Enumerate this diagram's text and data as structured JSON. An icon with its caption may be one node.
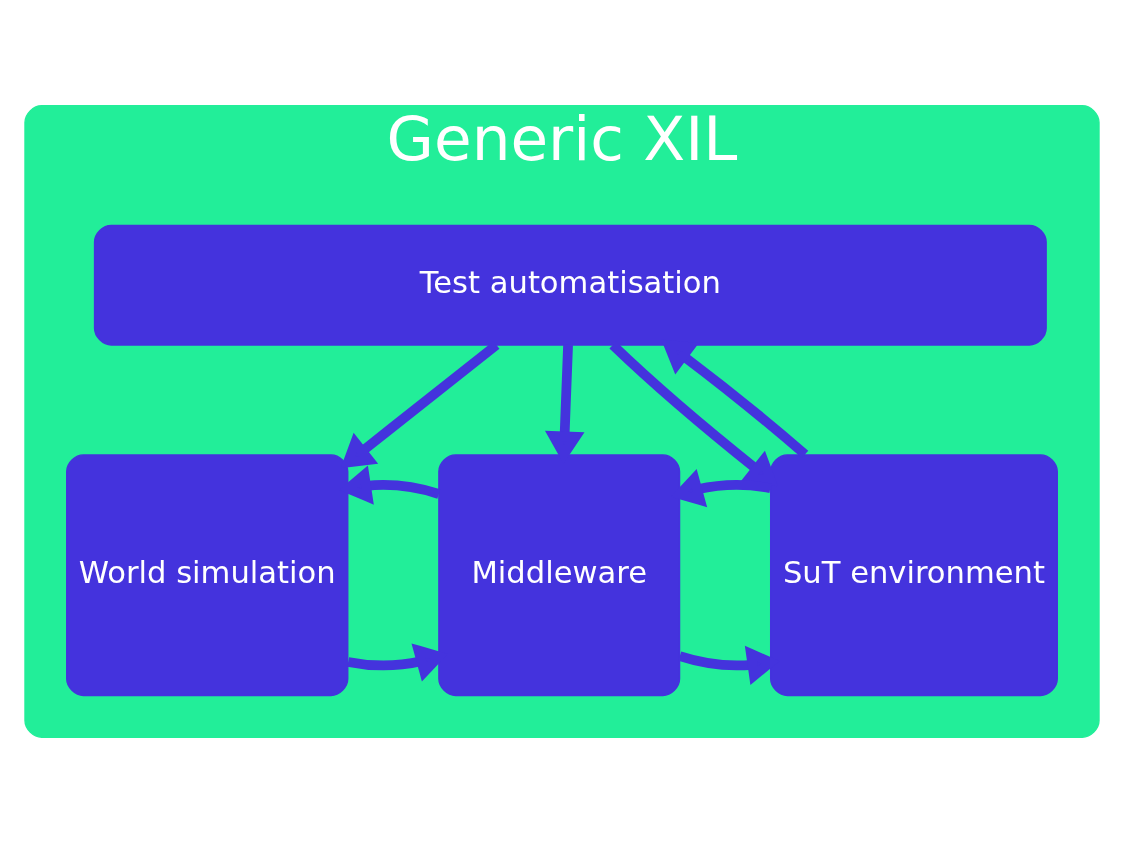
{
  "diagram": {
    "nodes": [
      {
        "text": [
          "Generic XIL"
        ]
      },
      {
        "text": [
          "Test automatisation"
        ],
        "in": 0
      },
      {
        "text": [
          "World simulation"
        ],
        "in": 0
      },
      {
        "text": [
          "Middleware"
        ],
        "in": 0
      },
      {
        "text": [
          "SuT environment"
        ],
        "in": 0
      }
    ],
    "edges": [
      {
        "from": 1,
        "to": 2,
        "arrow": "to"
      },
      {
        "from": 1,
        "to": 3,
        "arrow": "to"
      },
      {
        "from": 1,
        "to": 4,
        "arrow": "to"
      },
      {
        "from": 4,
        "to": 1,
        "arrow": "to"
      },
      {
        "from": 2,
        "to": 3,
        "arrow": "to"
      },
      {
        "from": 3,
        "to": 2,
        "arrow": "to"
      },
      {
        "from": 3,
        "to": 4,
        "arrow": "to"
      },
      {
        "from": 4,
        "to": 3,
        "arrow": "to"
      }
    ]
  }
}
